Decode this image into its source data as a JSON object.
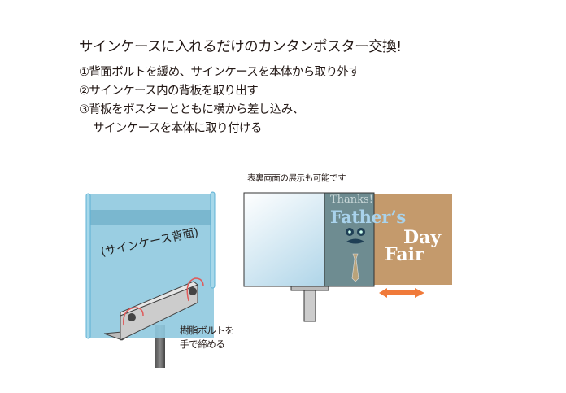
{
  "heading": "サインケースに入れるだけのカンタンポスター交換!",
  "steps": [
    "①背面ボルトを緩め、サインケースを本体から取り外す",
    "②サインケース内の背板を取り出す",
    "③背板をポスターとともに横から差し込み、",
    "サインケースを本体に取り付ける"
  ],
  "left_illustration": {
    "panel_label": "(サインケース背面)",
    "bolt_note_line1": "樹脂ボルトを",
    "bolt_note_line2": "手で締める"
  },
  "right_illustration": {
    "note": "表裏両面の展示も可能です",
    "poster": {
      "line1": "Thanks!",
      "line2": "Father’s",
      "line3": "Day",
      "line4": "Fair"
    }
  },
  "colors": {
    "panel": "#8fc9df",
    "poster": "#c49a6c",
    "arrow": "#f07a3a",
    "red_arrow": "#e05a5a"
  }
}
